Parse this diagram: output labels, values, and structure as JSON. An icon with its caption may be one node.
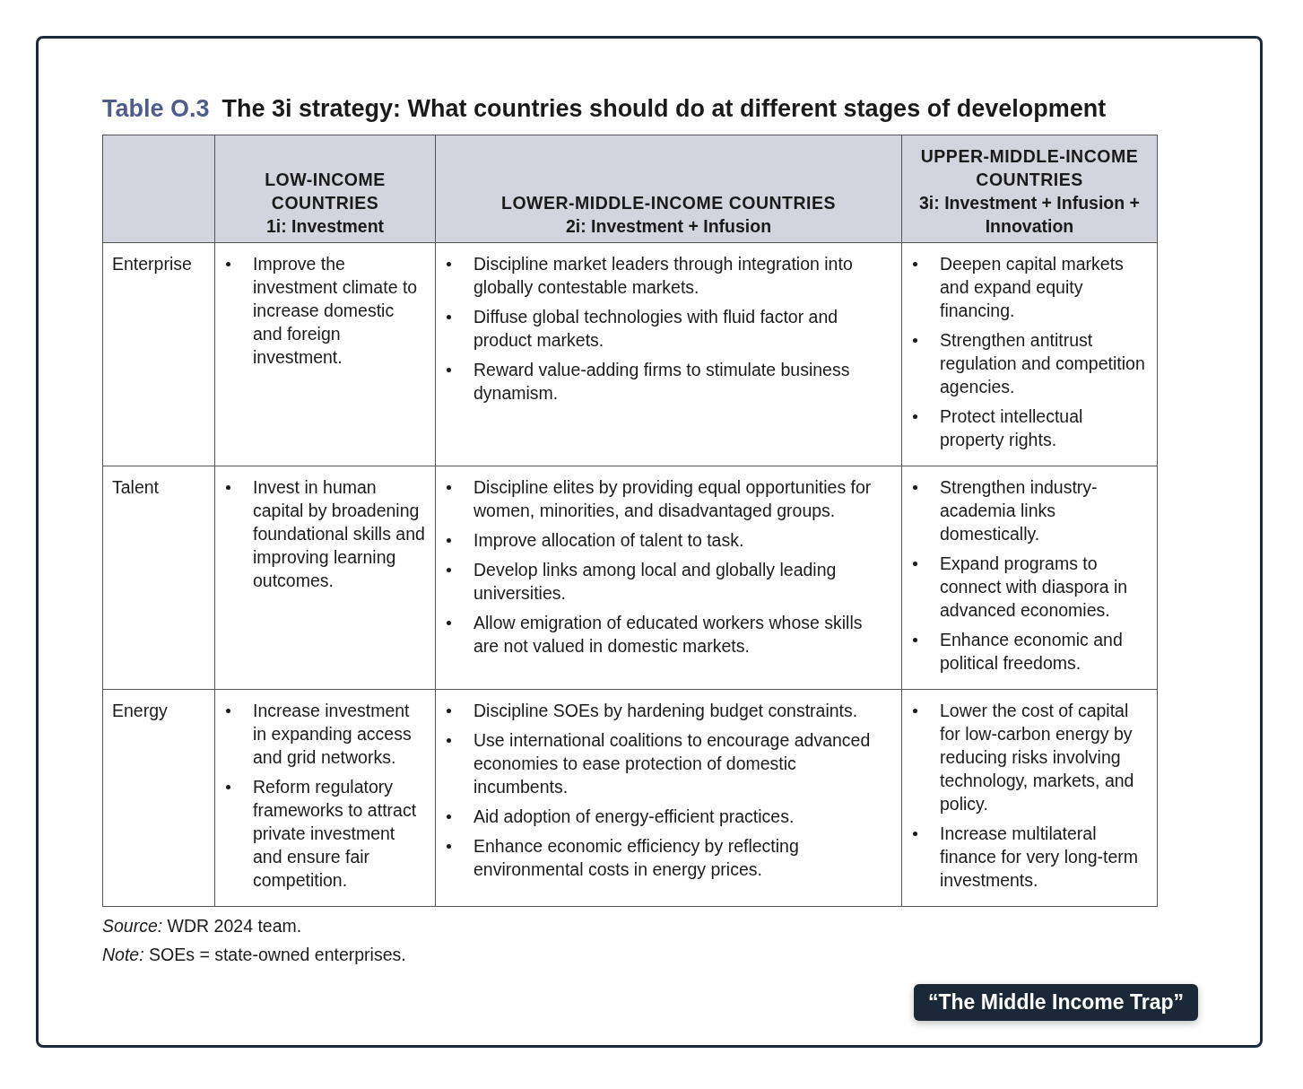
{
  "diagram": {
    "title": "The 3i strategy: What countries should do at different stages of development",
    "labels": [
      "Table O.3",
      "LOW-INCOME COUNTRIES",
      "1i: Investment",
      "LOWER-MIDDLE-INCOME COUNTRIES",
      "2i: Investment + Infusion",
      "UPPER-MIDDLE-INCOME COUNTRIES",
      "3i: Investment + Infusion + Innovation",
      "Enterprise",
      "Improve the investment climate to increase domestic and foreign investment.",
      "Discipline market leaders through integration into globally contestable markets.",
      "Diffuse global technologies with fluid factor and product markets.",
      "Reward value-adding firms to stimulate business dynamism.",
      "Deepen capital markets and expand equity financing.",
      "Strengthen antitrust regulation and competition agencies.",
      "Protect intellectual property rights.",
      "Talent",
      "Invest in human capital by broadening foundational skills and improving learning outcomes.",
      "Discipline elites by providing equal opportunities for women, minorities, and disadvantaged groups.",
      "Improve allocation of talent to task.",
      "Develop links among local and globally leading universities.",
      "Allow emigration of educated workers whose skills are not valued in domestic markets.",
      "Strengthen industry-academia links domestically.",
      "Expand programs to connect with diaspora in advanced economies.",
      "Enhance economic and political freedoms.",
      "Energy",
      "Increase investment in expanding access and grid networks.",
      "Reform regulatory frameworks to attract private investment and ensure fair competition.",
      "Discipline SOEs by hardening budget constraints.",
      "Use international coalitions to encourage advanced economies to ease protection of domestic incumbents.",
      "Aid adoption of energy-efficient practices.",
      "Enhance economic efficiency by reflecting environmental costs in energy prices.",
      "Lower the cost of capital for low-carbon energy by reducing risks involving technology, markets, and policy.",
      "Increase multilateral finance for very long-term investments.",
      "*Source:* WDR 2024 team.",
      "*Note:* SOEs = state-owned enterprises.",
      "“The Middle Income Trap”"
    ]
  }
}
